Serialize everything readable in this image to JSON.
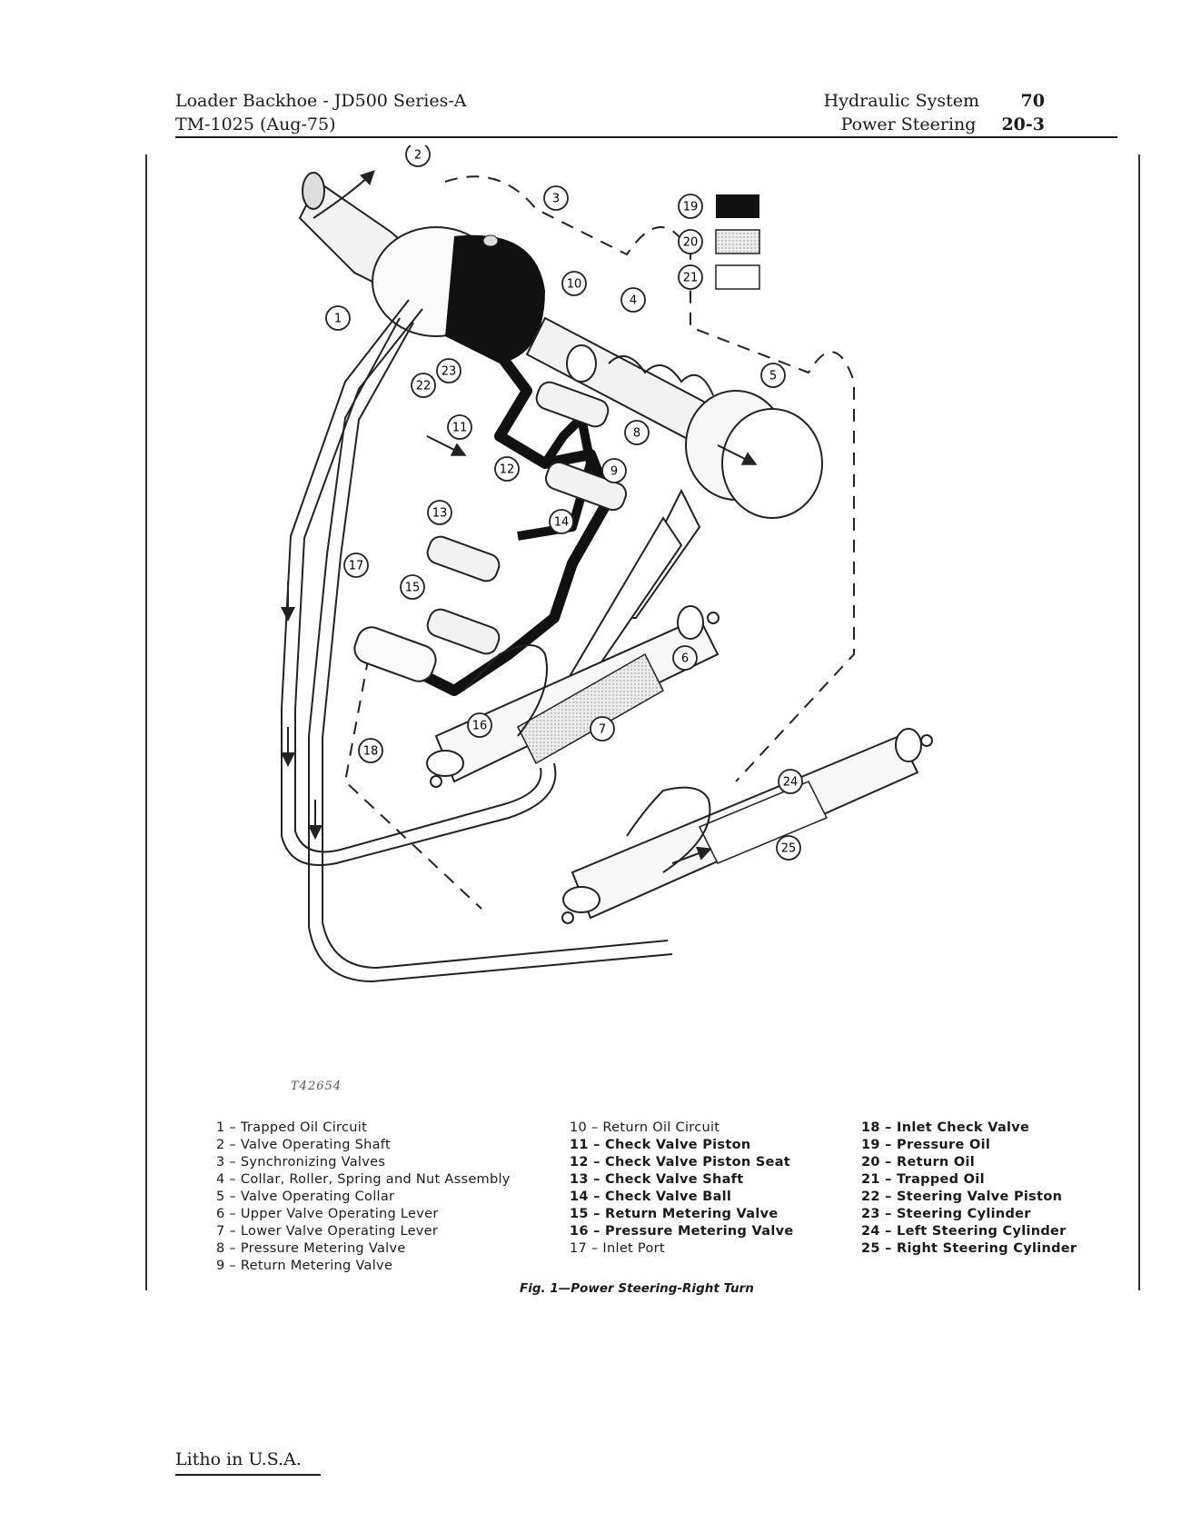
{
  "header": {
    "left_line1": "Loader Backhoe - JD500 Series-A",
    "left_line2": "TM-1025  (Aug-75)",
    "right_line1_text": "Hydraulic System",
    "right_line1_page": "70",
    "right_line2_text": "Power Steering",
    "right_line2_page": "20-3"
  },
  "diagram": {
    "callouts": [
      "1",
      "2",
      "3",
      "4",
      "5",
      "6",
      "7",
      "8",
      "9",
      "10",
      "11",
      "12",
      "13",
      "14",
      "15",
      "16",
      "17",
      "18",
      "19",
      "20",
      "21",
      "22",
      "23",
      "24",
      "25"
    ],
    "figure_id": "T42654"
  },
  "legend": {
    "col1": [
      "1 – Trapped Oil Circuit",
      "2 – Valve Operating Shaft",
      "3 – Synchronizing Valves",
      "4 – Collar, Roller, Spring and Nut Assembly",
      "5 – Valve Operating Collar",
      "6 – Upper Valve Operating Lever",
      "7 – Lower Valve Operating Lever",
      "8 – Pressure Metering Valve",
      "9 – Return Metering Valve"
    ],
    "col2": [
      "10 – Return Oil Circuit",
      "11 – Check Valve Piston",
      "12 – Check Valve Piston Seat",
      "13 – Check Valve Shaft",
      "14 – Check Valve Ball",
      "15 – Return Metering Valve",
      "16 – Pressure Metering Valve",
      "17 – Inlet Port"
    ],
    "col3": [
      "18 – Inlet Check Valve",
      "19 – Pressure Oil",
      "20 – Return Oil",
      "21 – Trapped Oil",
      "22 – Steering Valve Piston",
      "23 – Steering Cylinder",
      "24 – Left Steering Cylinder",
      "25 – Right Steering Cylinder"
    ]
  },
  "caption": "Fig. 1—Power Steering-Right Turn",
  "footer": "Litho in U.S.A.",
  "colors": {
    "pressure_oil": "#111111",
    "return_oil": "#d8d8d8",
    "trapped_oil": "#ffffff"
  }
}
